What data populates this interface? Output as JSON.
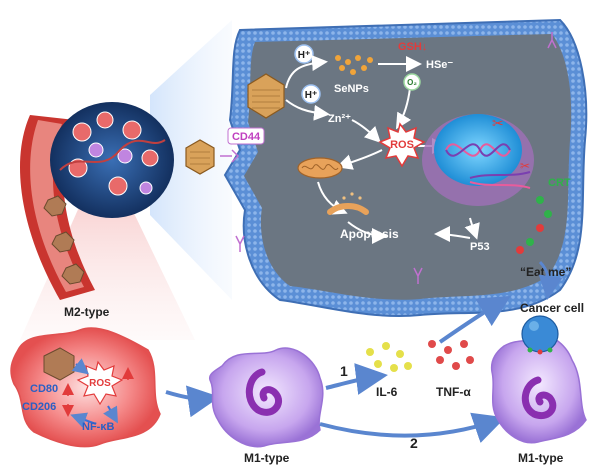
{
  "labels": {
    "h_plus_1": "H⁺",
    "h_plus_2": "H⁺",
    "gsh": "GSH↓",
    "sense_nps": "SeNPs",
    "hse": "HSe⁻",
    "o2": "O₂",
    "zn": "Zn²⁺",
    "cd44": "CD44",
    "ros_cell": "ROS",
    "crt": "CRT",
    "p53": "P53",
    "apoptosis": "Apoptosis",
    "eat_me": "“Eat me”",
    "cancer_cell": "Cancer cell",
    "m2_type": "M2-type",
    "ros_m2": "ROS",
    "cd80": "CD80",
    "cd206": "CD206",
    "nfkb": "NF-κB",
    "m1_type_mid": "M1-type",
    "il6": "IL-6",
    "tnfa": "TNF-α",
    "path1": "1",
    "path2": "2",
    "m1_type_right": "M1-type"
  },
  "colors": {
    "cell_membrane": "#5b8fd6",
    "cytoplasm": "#6b7682",
    "ros_red": "#e23b3b",
    "crt_green": "#2fb24a",
    "m2_red": "#f06060",
    "m1_purple": "#b58de0",
    "il6_yellow": "#e5e04a",
    "tnfa_red": "#e04a4a",
    "arrow_blue": "#5a86cf"
  }
}
